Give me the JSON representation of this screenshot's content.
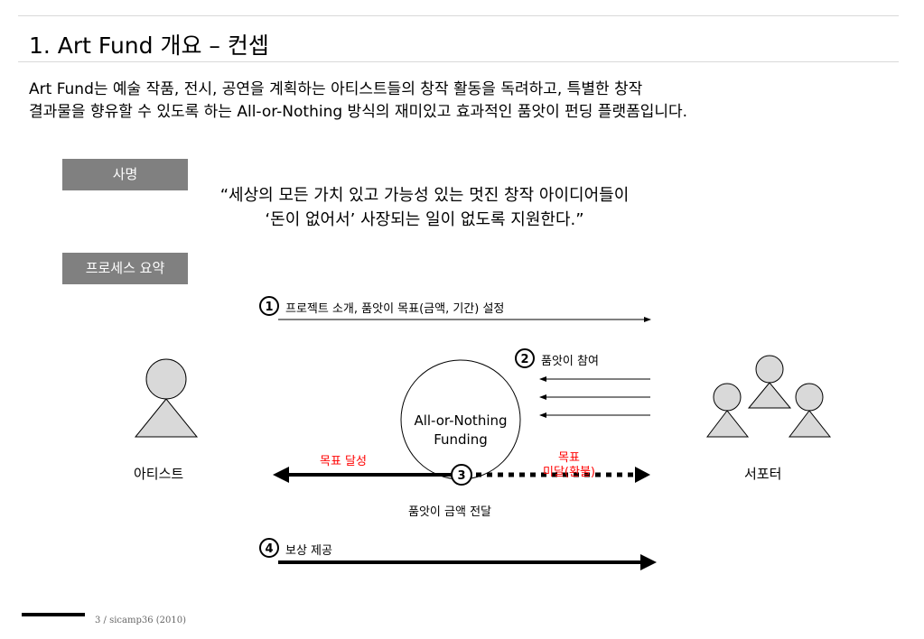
{
  "header": {
    "title": "1. Art Fund 개요 – 컨셉"
  },
  "intro": {
    "line1": "Art Fund는 예술 작품, 전시, 공연을 계획하는 아티스트들의 창작 활동을 독려하고, 특별한 창작",
    "line2": "결과물을 향유할 수 있도록 하는 All-or-Nothing 방식의 재미있고 효과적인 품앗이 펀딩 플랫폼입니다."
  },
  "mission": {
    "tag": "사명",
    "line1": "“세상의 모든 가치 있고 가능성 있는 멋진 창작 아이디어들이",
    "line2": "‘돈이 없어서’ 사장되는 일이 없도록 지원한다.”"
  },
  "process": {
    "tag": "프로세스 요약",
    "step1": {
      "num": "1",
      "text": "프로젝트 소개, 품앗이 목표(금액, 기간) 설정"
    },
    "step2": {
      "num": "2",
      "text": "품앗이 참여"
    },
    "step3": {
      "num": "3",
      "text": "품앗이 금액 전달",
      "success": "목표 달성",
      "fail_line1": "목표",
      "fail_line2": "미달(환불)"
    },
    "step4": {
      "num": "4",
      "text": "보상 제공"
    },
    "center_line1": "All-or-Nothing",
    "center_line2": "Funding",
    "artist_label": "아티스트",
    "supporter_label": "서포터"
  },
  "footer": {
    "text": "3 / sicamp36 (2010)"
  },
  "colors": {
    "tag_bg": "#808080",
    "figure_fill": "#d9d9d9",
    "highlight": "#ff0000"
  }
}
